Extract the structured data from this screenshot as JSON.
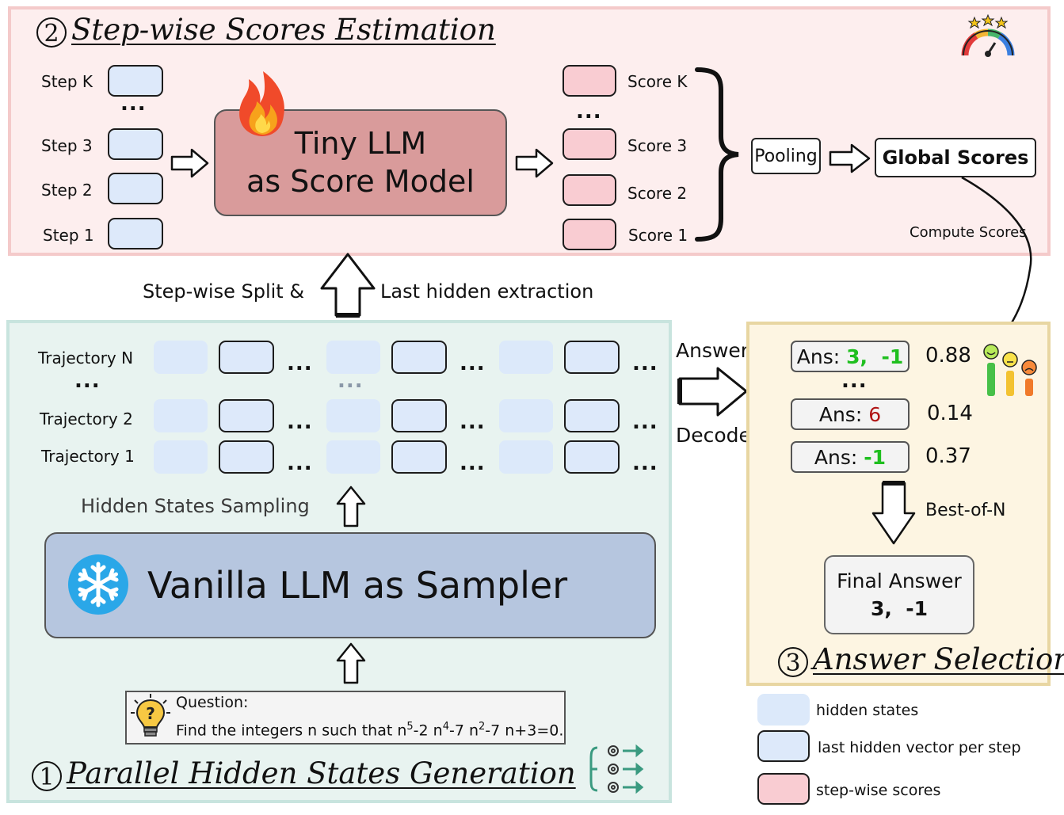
{
  "score_panel": {
    "number": "2",
    "title": "Step-wise Scores Estimation",
    "steps": [
      "Step K",
      "Step 3",
      "Step 2",
      "Step 1"
    ],
    "step_dots": "...",
    "model_line1": "Tiny LLM",
    "model_line2": "as Score Model",
    "scores": [
      "Score K",
      "Score 3",
      "Score 2",
      "Score 1"
    ],
    "score_dots": "...",
    "pooling": "Pooling",
    "global_scores": "Global Scores",
    "compute_scores": "Compute Scores"
  },
  "transition": {
    "left": "Step-wise Split &",
    "right": "Last hidden extraction"
  },
  "generation_panel": {
    "number": "1",
    "title": "Parallel Hidden States Generation",
    "trajectories": [
      "Trajectory N",
      "Trajectory 2",
      "Trajectory 1"
    ],
    "traj_dots": "...",
    "row_ellipsis": "...",
    "sampling_label": "Hidden States Sampling",
    "sampler": "Vanilla LLM as Sampler",
    "question_label": "Question:",
    "question_text": "Find the integers n such that n^5-2 n^4-7 n^2-7 n+3=0."
  },
  "decode": {
    "top": "Answer",
    "bottom": "Decode"
  },
  "selection_panel": {
    "number": "3",
    "title": "Answer Selection",
    "ans_prefix": "Ans: ",
    "answers": [
      {
        "parts": [
          "3",
          ",  ",
          "-1"
        ],
        "score": "0.88"
      },
      {
        "parts": [
          "6"
        ],
        "score": "0.14"
      },
      {
        "parts": [
          "-1"
        ],
        "score": "0.37"
      }
    ],
    "ans_dots": "...",
    "best_of_n": "Best-of-N",
    "final_line1": "Final Answer",
    "final_line2": "3,  -1"
  },
  "legend": [
    {
      "label": "hidden states"
    },
    {
      "label": "last hidden vector per step"
    },
    {
      "label": "step-wise scores"
    }
  ],
  "colors": {
    "hidden_state": "#dce9fa",
    "last_hidden": "#dde9fa",
    "score": "#f9ccd2",
    "score_model": "#d99b9b",
    "sampler": "#b6c6df",
    "correct_green": "#1fbf1f",
    "wrong_red": "#b01515"
  }
}
